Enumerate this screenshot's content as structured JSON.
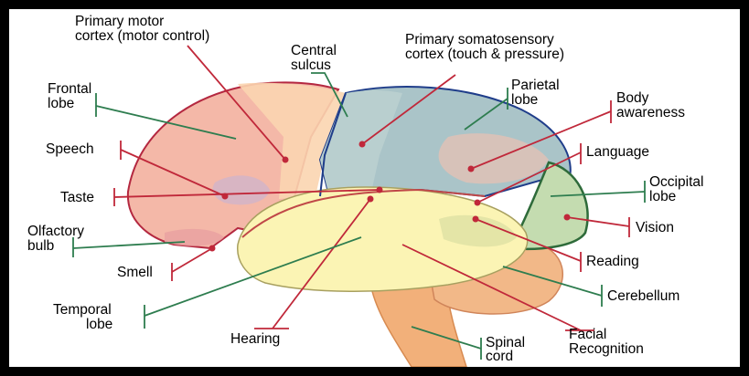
{
  "labels": {
    "primary_motor": [
      "Primary motor",
      "cortex (motor control)"
    ],
    "central_sulcus": [
      "Central",
      "sulcus"
    ],
    "primary_somatosensory": [
      "Primary somatosensory",
      "cortex (touch & pressure)"
    ],
    "frontal_lobe": [
      "Frontal",
      "lobe"
    ],
    "parietal_lobe": [
      "Parietal",
      "lobe"
    ],
    "body_awareness": [
      "Body",
      "awareness"
    ],
    "speech": "Speech",
    "language": "Language",
    "occipital_lobe": [
      "Occipital",
      "lobe"
    ],
    "taste": "Taste",
    "vision": "Vision",
    "olfactory_bulb": [
      "Olfactory",
      "bulb"
    ],
    "smell": "Smell",
    "reading": "Reading",
    "cerebellum": "Cerebellum",
    "temporal_lobe": [
      "Temporal",
      "lobe"
    ],
    "hearing": "Hearing",
    "spinal_cord": [
      "Spinal",
      "cord"
    ],
    "facial_recognition": [
      "Facial",
      "Recognition"
    ]
  },
  "colors": {
    "frontal": "#f4b8a8",
    "motor": "#fbd5b0",
    "somatosensory": "#b9cfcf",
    "parietal": "#aac4c8",
    "occipital": "#c4dcb0",
    "temporal": "#fbf4b4",
    "cerebellum": "#f2b888",
    "stem": "#f2b07a",
    "red_line": "#c0283a",
    "green_line": "#2e7d4f",
    "outline_blue": "#1f3d8a",
    "outline_red": "#b42840",
    "outline_green": "#2e6b3a"
  }
}
